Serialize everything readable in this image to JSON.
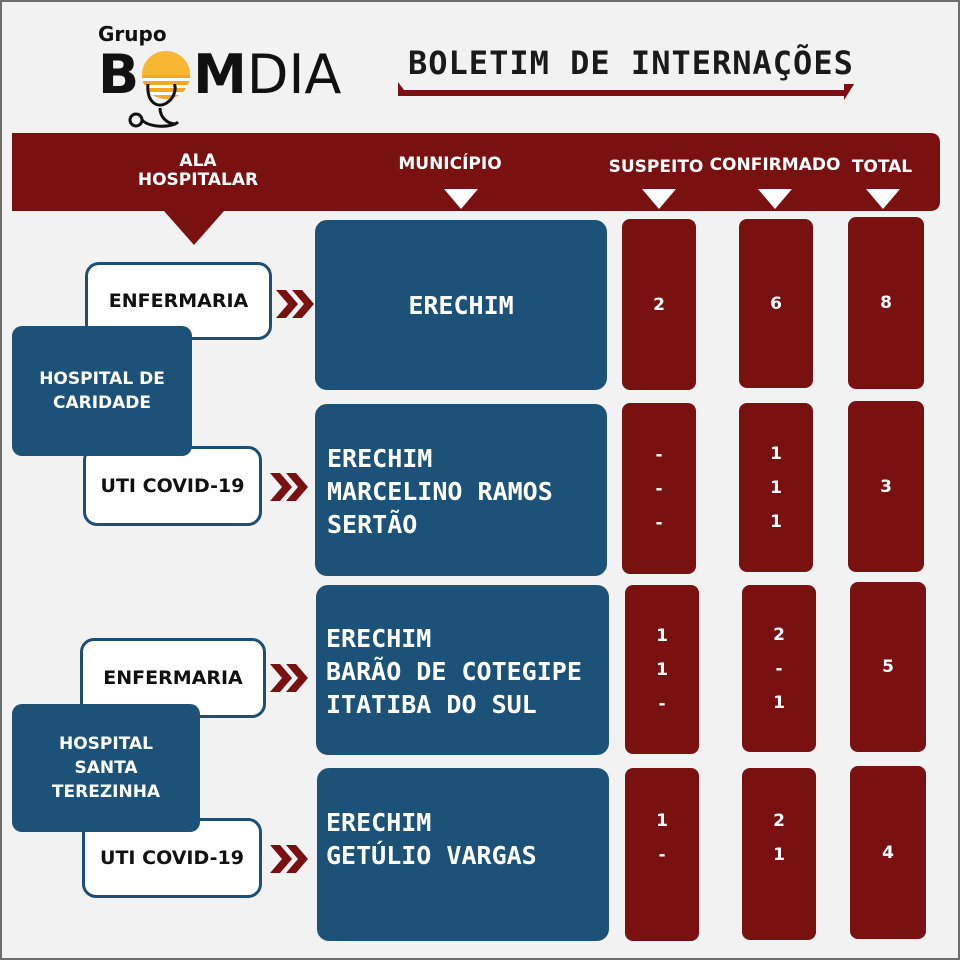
{
  "logo": {
    "grupo": "Grupo",
    "word_b": "B",
    "word_m": "M",
    "word_dia": "DIA"
  },
  "title": "BOLETIM DE INTERNAÇÕES",
  "header": {
    "ala": "ALA\nHOSPITALAR",
    "municipio": "MUNICÍPIO",
    "suspeito": "SUSPEITO",
    "confirmado": "CONFIRMADO",
    "total": "TOTAL"
  },
  "colors": {
    "maroon": "#7a1111",
    "navy": "#1d5278",
    "logo_orange": "#f5a623"
  },
  "hospitals": [
    {
      "name": "HOSPITAL DE\nCARIDADE"
    },
    {
      "name": "HOSPITAL\nSANTA\nTEREZINHA"
    }
  ],
  "rows": [
    {
      "ward": "ENFERMARIA",
      "municipios": [
        "ERECHIM"
      ],
      "suspeito": [
        "2"
      ],
      "confirmado": [
        "6"
      ],
      "total": "8"
    },
    {
      "ward": "UTI COVID-19",
      "municipios": [
        "ERECHIM",
        "MARCELINO RAMOS",
        "SERTÃO"
      ],
      "suspeito": [
        "-",
        "-",
        "-"
      ],
      "confirmado": [
        "1",
        "1",
        "1"
      ],
      "total": "3"
    },
    {
      "ward": "ENFERMARIA",
      "municipios": [
        "ERECHIM",
        "BARÃO DE COTEGIPE",
        "ITATIBA DO SUL"
      ],
      "suspeito": [
        "1",
        "1",
        "-"
      ],
      "confirmado": [
        "2",
        "-",
        "1"
      ],
      "total": "5"
    },
    {
      "ward": "UTI COVID-19",
      "municipios": [
        "ERECHIM",
        "GETÚLIO VARGAS"
      ],
      "suspeito": [
        "1",
        "-"
      ],
      "confirmado": [
        "2",
        "1"
      ],
      "total": "4"
    }
  ]
}
